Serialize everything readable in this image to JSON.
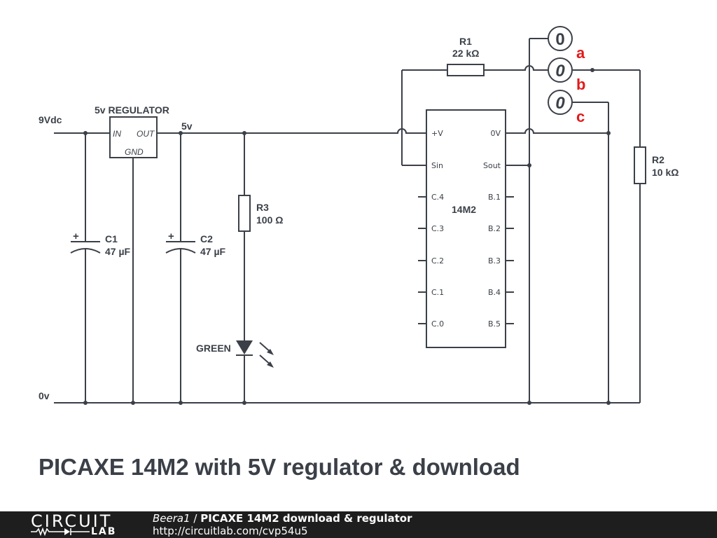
{
  "labels": {
    "supply_in": "9Vdc",
    "ground": "0v",
    "regulator_title": "5v REGULATOR",
    "reg_in": "IN",
    "reg_out": "OUT",
    "reg_gnd": "GND",
    "rail_5v": "5v",
    "c1_name": "C1",
    "c1_value": "47 µF",
    "c2_name": "C2",
    "c2_value": "47 µF",
    "r3_name": "R3",
    "r3_value": "100 Ω",
    "led_label": "GREEN",
    "r1_name": "R1",
    "r1_value": "22 kΩ",
    "r2_name": "R2",
    "r2_value": "10 kΩ",
    "plus": "+"
  },
  "chip": {
    "name": "14M2",
    "left_pins": [
      "+V",
      "Sin",
      "C.4",
      "C.3",
      "C.2",
      "C.1",
      "C.0"
    ],
    "right_pins": [
      "0V",
      "Sout",
      "B.1",
      "B.2",
      "B.3",
      "B.4",
      "B.5"
    ]
  },
  "terminals": [
    {
      "number": "0",
      "letter": "a"
    },
    {
      "number": "0",
      "letter": "b"
    },
    {
      "number": "0",
      "letter": "c"
    }
  ],
  "caption": "PICAXE 14M2 with 5V regulator & download",
  "footer": {
    "logo_top": "CIRCUIT",
    "logo_bottom": "LAB",
    "author": "Beera1",
    "separator": " / ",
    "title": "PICAXE 14M2 download & regulator",
    "url": "http://circuitlab.com/cvp54u5"
  }
}
